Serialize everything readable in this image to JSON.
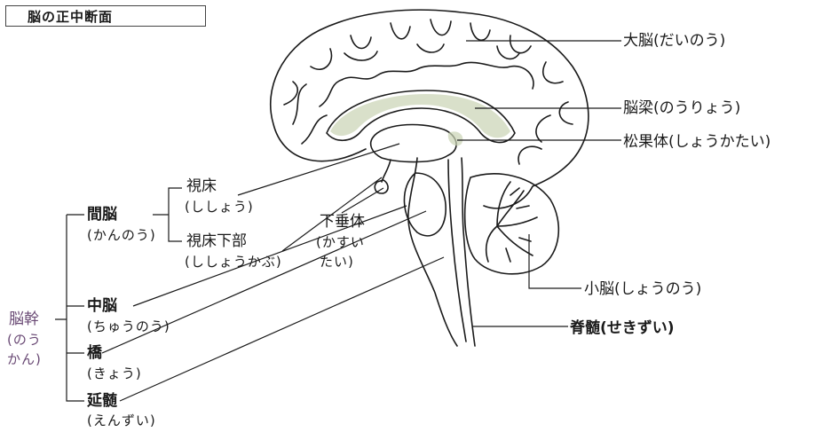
{
  "title": "脳の正中断面",
  "labels": {
    "cerebrum": "大脳(だいのう)",
    "corpus_callosum": "脳梁(のうりょう)",
    "pineal": "松果体(しょうかたい)",
    "cerebellum": "小脳(しょうのう)",
    "spinal_cord": "脊髄(せきずい)",
    "thalamus": "視床",
    "thalamus_reading": "(ししょう)",
    "hypothalamus": "視床下部",
    "hypothalamus_reading": "(ししょうかぶ)",
    "pituitary": "下垂体",
    "pituitary_reading_1": "(かすい",
    "pituitary_reading_2": "たい)",
    "diencephalon": "間脳",
    "diencephalon_reading": "(かんのう)",
    "midbrain": "中脳",
    "midbrain_reading": "(ちゅうのう)",
    "pons": "橋",
    "pons_reading": "(きょう)",
    "medulla": "延髄",
    "medulla_reading": "(えんずい)",
    "brainstem": "脳幹",
    "brainstem_reading_1": "(のう",
    "brainstem_reading_2": "かん)"
  },
  "colors": {
    "ink": "#1a1a1a",
    "highlight": "#c9d3b4",
    "brainstem_label": "#6a4a75"
  }
}
